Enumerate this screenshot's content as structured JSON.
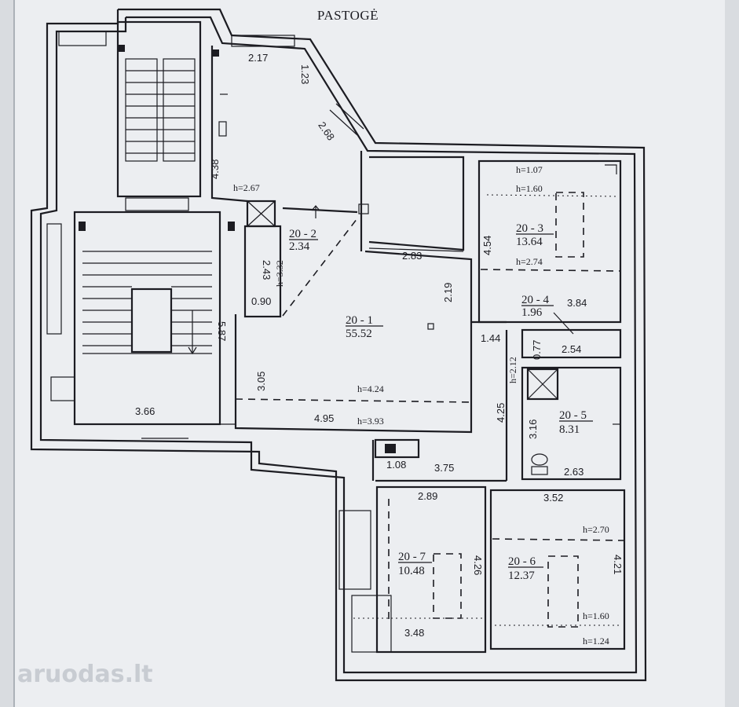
{
  "title": "PASTOGĖ",
  "watermark": "aruodas.lt",
  "rooms": [
    {
      "id": "20 - 1",
      "area": "55.52"
    },
    {
      "id": "20 - 2",
      "area": "2.34"
    },
    {
      "id": "20 - 3",
      "area": "13.64"
    },
    {
      "id": "20 - 4",
      "area": "1.96"
    },
    {
      "id": "20 - 5",
      "area": "8.31"
    },
    {
      "id": "20 - 6",
      "area": "12.37"
    },
    {
      "id": "20 - 7",
      "area": "10.48"
    }
  ],
  "dimensions": [
    "2.17",
    "1.23",
    "2.68",
    "4.38",
    "2.67",
    "2.43",
    "3.32",
    "0.90",
    "5.87",
    "3.66",
    "3.05",
    "4.24",
    "4.95",
    "3.93",
    "2.83",
    "2.19",
    "4.54",
    "1.07",
    "1.60",
    "2.74",
    "3.84",
    "1.44",
    "2.12",
    "0.77",
    "2.54",
    "4.25",
    "3.16",
    "2.63",
    "1.08",
    "3.75",
    "2.89",
    "3.52",
    "2.70",
    "4.26",
    "4.21",
    "3.48",
    "1.60",
    "1.24"
  ],
  "heights": [
    "h=2.67",
    "h=3.32",
    "h=4.24",
    "h=3.93",
    "h=1.07",
    "h=1.60",
    "h=2.74",
    "h=2.12",
    "h=2.70",
    "h=1.60",
    "h=1.24"
  ]
}
